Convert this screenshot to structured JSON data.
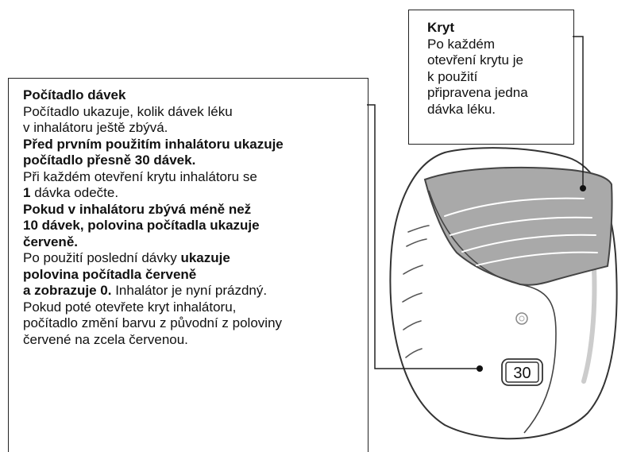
{
  "cover_box": {
    "title": "Kryt",
    "lines": [
      "Po každém",
      "otevření krytu je",
      "k použití",
      "připravena jedna",
      "dávka léku."
    ]
  },
  "counter_box": {
    "title": "Počítadlo dávek",
    "lines": [
      {
        "parts": [
          {
            "text": "Počítadlo ukazuje, kolik dávek léku",
            "bold": false
          }
        ]
      },
      {
        "parts": [
          {
            "text": "v inhalátoru ještě zbývá.",
            "bold": false
          }
        ]
      },
      {
        "parts": [
          {
            "text": "Před prvním použitím inhalátoru ukazuje",
            "bold": true
          }
        ]
      },
      {
        "parts": [
          {
            "text": "počítadlo přesně 30 dávek.",
            "bold": true
          }
        ]
      },
      {
        "parts": [
          {
            "text": "Při každém otevření krytu inhalátoru se",
            "bold": false
          }
        ]
      },
      {
        "parts": [
          {
            "text": "1",
            "bold": true
          },
          {
            "text": " dávka odečte.",
            "bold": false
          }
        ]
      },
      {
        "parts": [
          {
            "text": "Pokud v inhalátoru zbývá méně než",
            "bold": true
          }
        ]
      },
      {
        "parts": [
          {
            "text": "10 dávek, polovina počítadla ukazuje",
            "bold": true
          }
        ]
      },
      {
        "parts": [
          {
            "text": "červeně.",
            "bold": true
          }
        ]
      },
      {
        "parts": [
          {
            "text": "Po použití poslední dávky ",
            "bold": false
          },
          {
            "text": "ukazuje",
            "bold": true
          }
        ]
      },
      {
        "parts": [
          {
            "text": "polovina počítadla červeně",
            "bold": true
          }
        ]
      },
      {
        "parts": [
          {
            "text": "a zobrazuje 0.",
            "bold": true
          },
          {
            "text": " Inhalátor je nyní prázdný.",
            "bold": false
          }
        ]
      },
      {
        "parts": [
          {
            "text": "Pokud poté otevřete kryt inhalátoru,",
            "bold": false
          }
        ]
      },
      {
        "parts": [
          {
            "text": "počítadlo změní barvu z původní z poloviny",
            "bold": false
          }
        ]
      },
      {
        "parts": [
          {
            "text": "červené na zcela červenou.",
            "bold": false
          }
        ]
      }
    ]
  },
  "counter_display": "30",
  "colors": {
    "cover_fill": "#a9a9a9",
    "body_fill": "#ffffff",
    "outline": "#333333"
  }
}
